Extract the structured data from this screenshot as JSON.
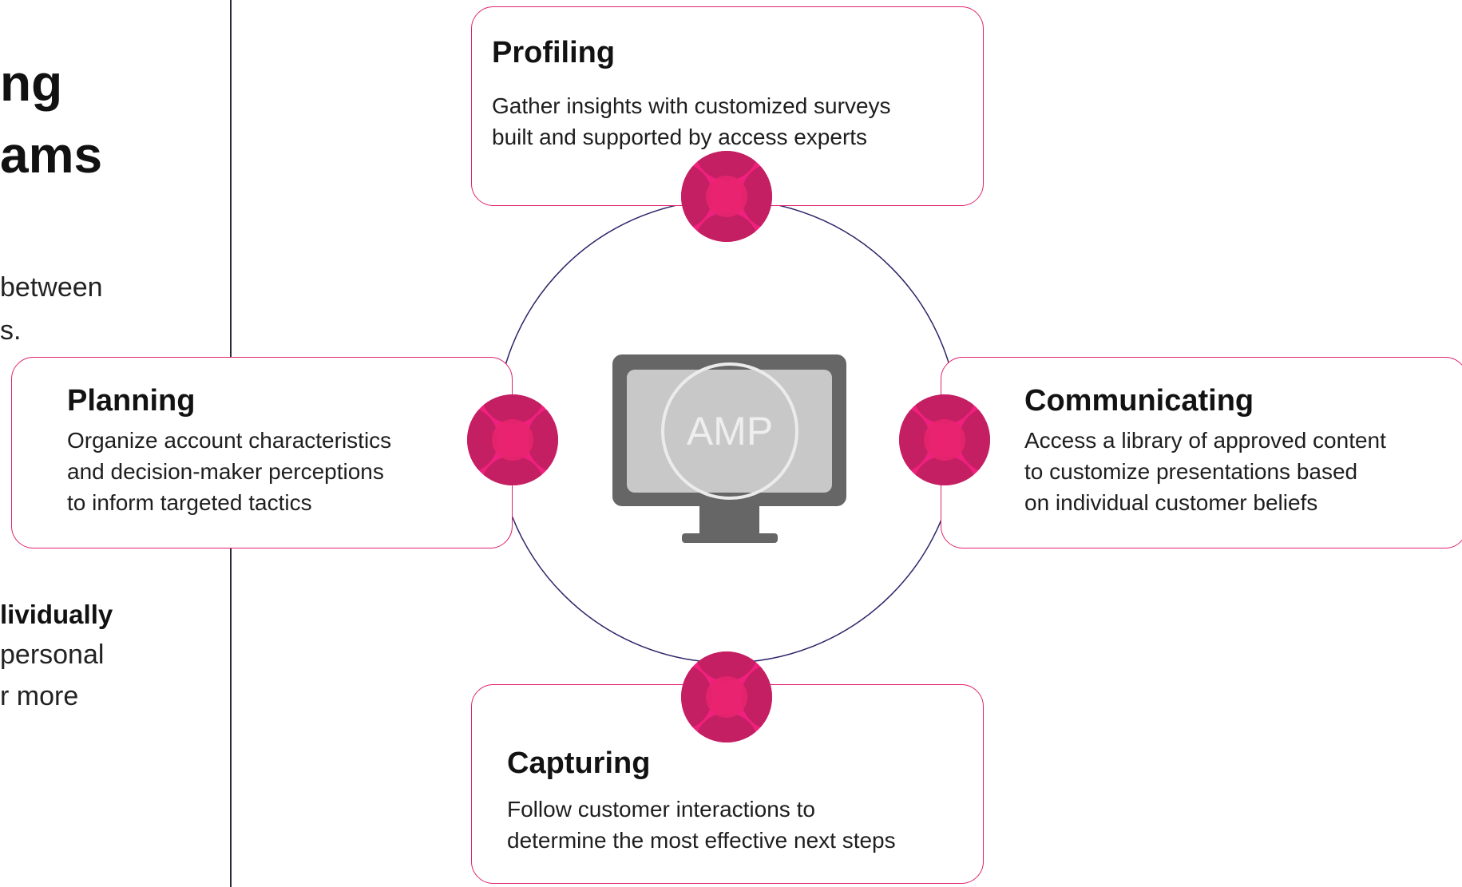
{
  "left_panel": {
    "title_lines": [
      "ng",
      "ams"
    ],
    "body_lines": [
      "between",
      "s."
    ],
    "bold_line": "lividually",
    "tail_lines": [
      "personal",
      "r more"
    ]
  },
  "monitor": {
    "label": "AMP"
  },
  "cards": {
    "profiling": {
      "title": "Profiling",
      "lines": [
        "Gather insights with customized surveys",
        "built and supported by access experts"
      ]
    },
    "planning": {
      "title": "Planning",
      "lines": [
        "Organize account characteristics",
        "and decision-maker perceptions",
        "to inform targeted tactics"
      ]
    },
    "communicating": {
      "title": "Communicating",
      "lines": [
        "Access a library of approved content",
        "to customize presentations based",
        "on individual customer beliefs"
      ]
    },
    "capturing": {
      "title": "Capturing",
      "lines": [
        "Follow customer interactions to",
        "determine the most effective next steps"
      ]
    }
  },
  "colors": {
    "accent": "#e0246f",
    "accent_light": "#f0207e",
    "accent_dark": "#c41f62",
    "cycle_line": "#2b2468",
    "monitor": "#666666",
    "screen": "#c8c8c8",
    "divider": "#2a2a3a"
  }
}
